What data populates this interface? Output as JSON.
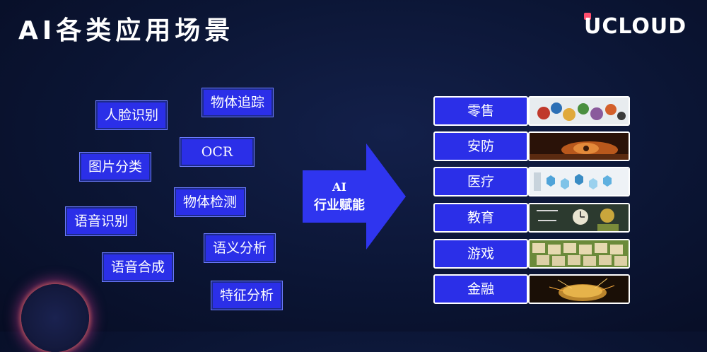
{
  "header": {
    "title": "AI各类应用场景",
    "logo": "UCLOUD"
  },
  "ai_tasks": [
    {
      "label": "人脸识别"
    },
    {
      "label": "物体追踪"
    },
    {
      "label": "OCR"
    },
    {
      "label": "图片分类"
    },
    {
      "label": "物体检测"
    },
    {
      "label": "语音识别"
    },
    {
      "label": "语义分析"
    },
    {
      "label": "语音合成"
    },
    {
      "label": "特征分析"
    }
  ],
  "center_arrow": {
    "line1": "AI",
    "line2": "行业赋能"
  },
  "industries": [
    {
      "label": "零售"
    },
    {
      "label": "安防"
    },
    {
      "label": "医疗"
    },
    {
      "label": "教育"
    },
    {
      "label": "游戏"
    },
    {
      "label": "金融"
    }
  ],
  "colors": {
    "box_blue": "#2b2fe8",
    "arrow_blue": "#2f35ef",
    "background": "#0b1534"
  }
}
